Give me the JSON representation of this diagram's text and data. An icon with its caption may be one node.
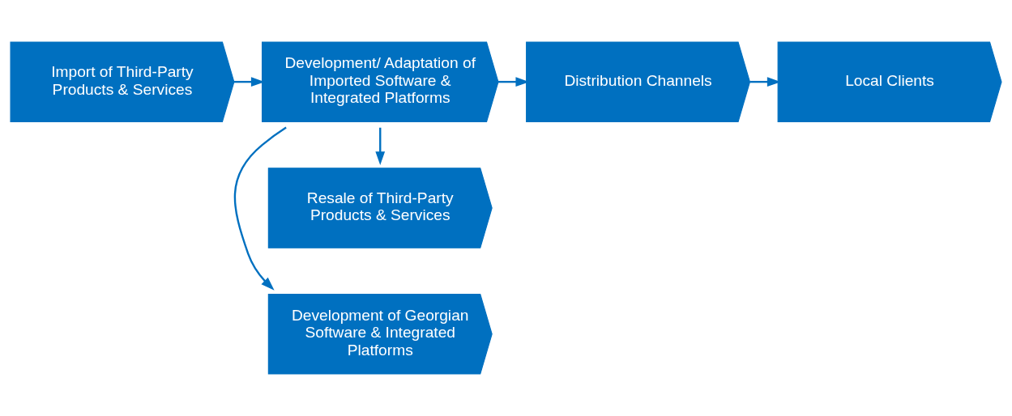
{
  "diagram": {
    "nodes": [
      {
        "text": [
          "Import of Third-Party Products & Services"
        ]
      },
      {
        "text": [
          "Development/ Adaptation of Imported Software & Integrated Platforms"
        ]
      },
      {
        "text": [
          "Development of Georgian Software & Integrated Platforms"
        ]
      },
      {
        "text": [
          "Resale of Third-Party Products & Services"
        ]
      },
      {
        "text": [
          "Distribution Channels"
        ]
      },
      {
        "text": [
          "Local Clients"
        ]
      }
    ],
    "edges": [
      {
        "from": 0,
        "to": 1,
        "arrow": "to"
      },
      {
        "from": 1,
        "to": 2,
        "arrow": "to"
      },
      {
        "from": 1,
        "to": 3,
        "arrow": "to"
      },
      {
        "from": 1,
        "to": 4,
        "arrow": "to"
      },
      {
        "from": 4,
        "to": 5,
        "arrow": "to"
      }
    ]
  }
}
